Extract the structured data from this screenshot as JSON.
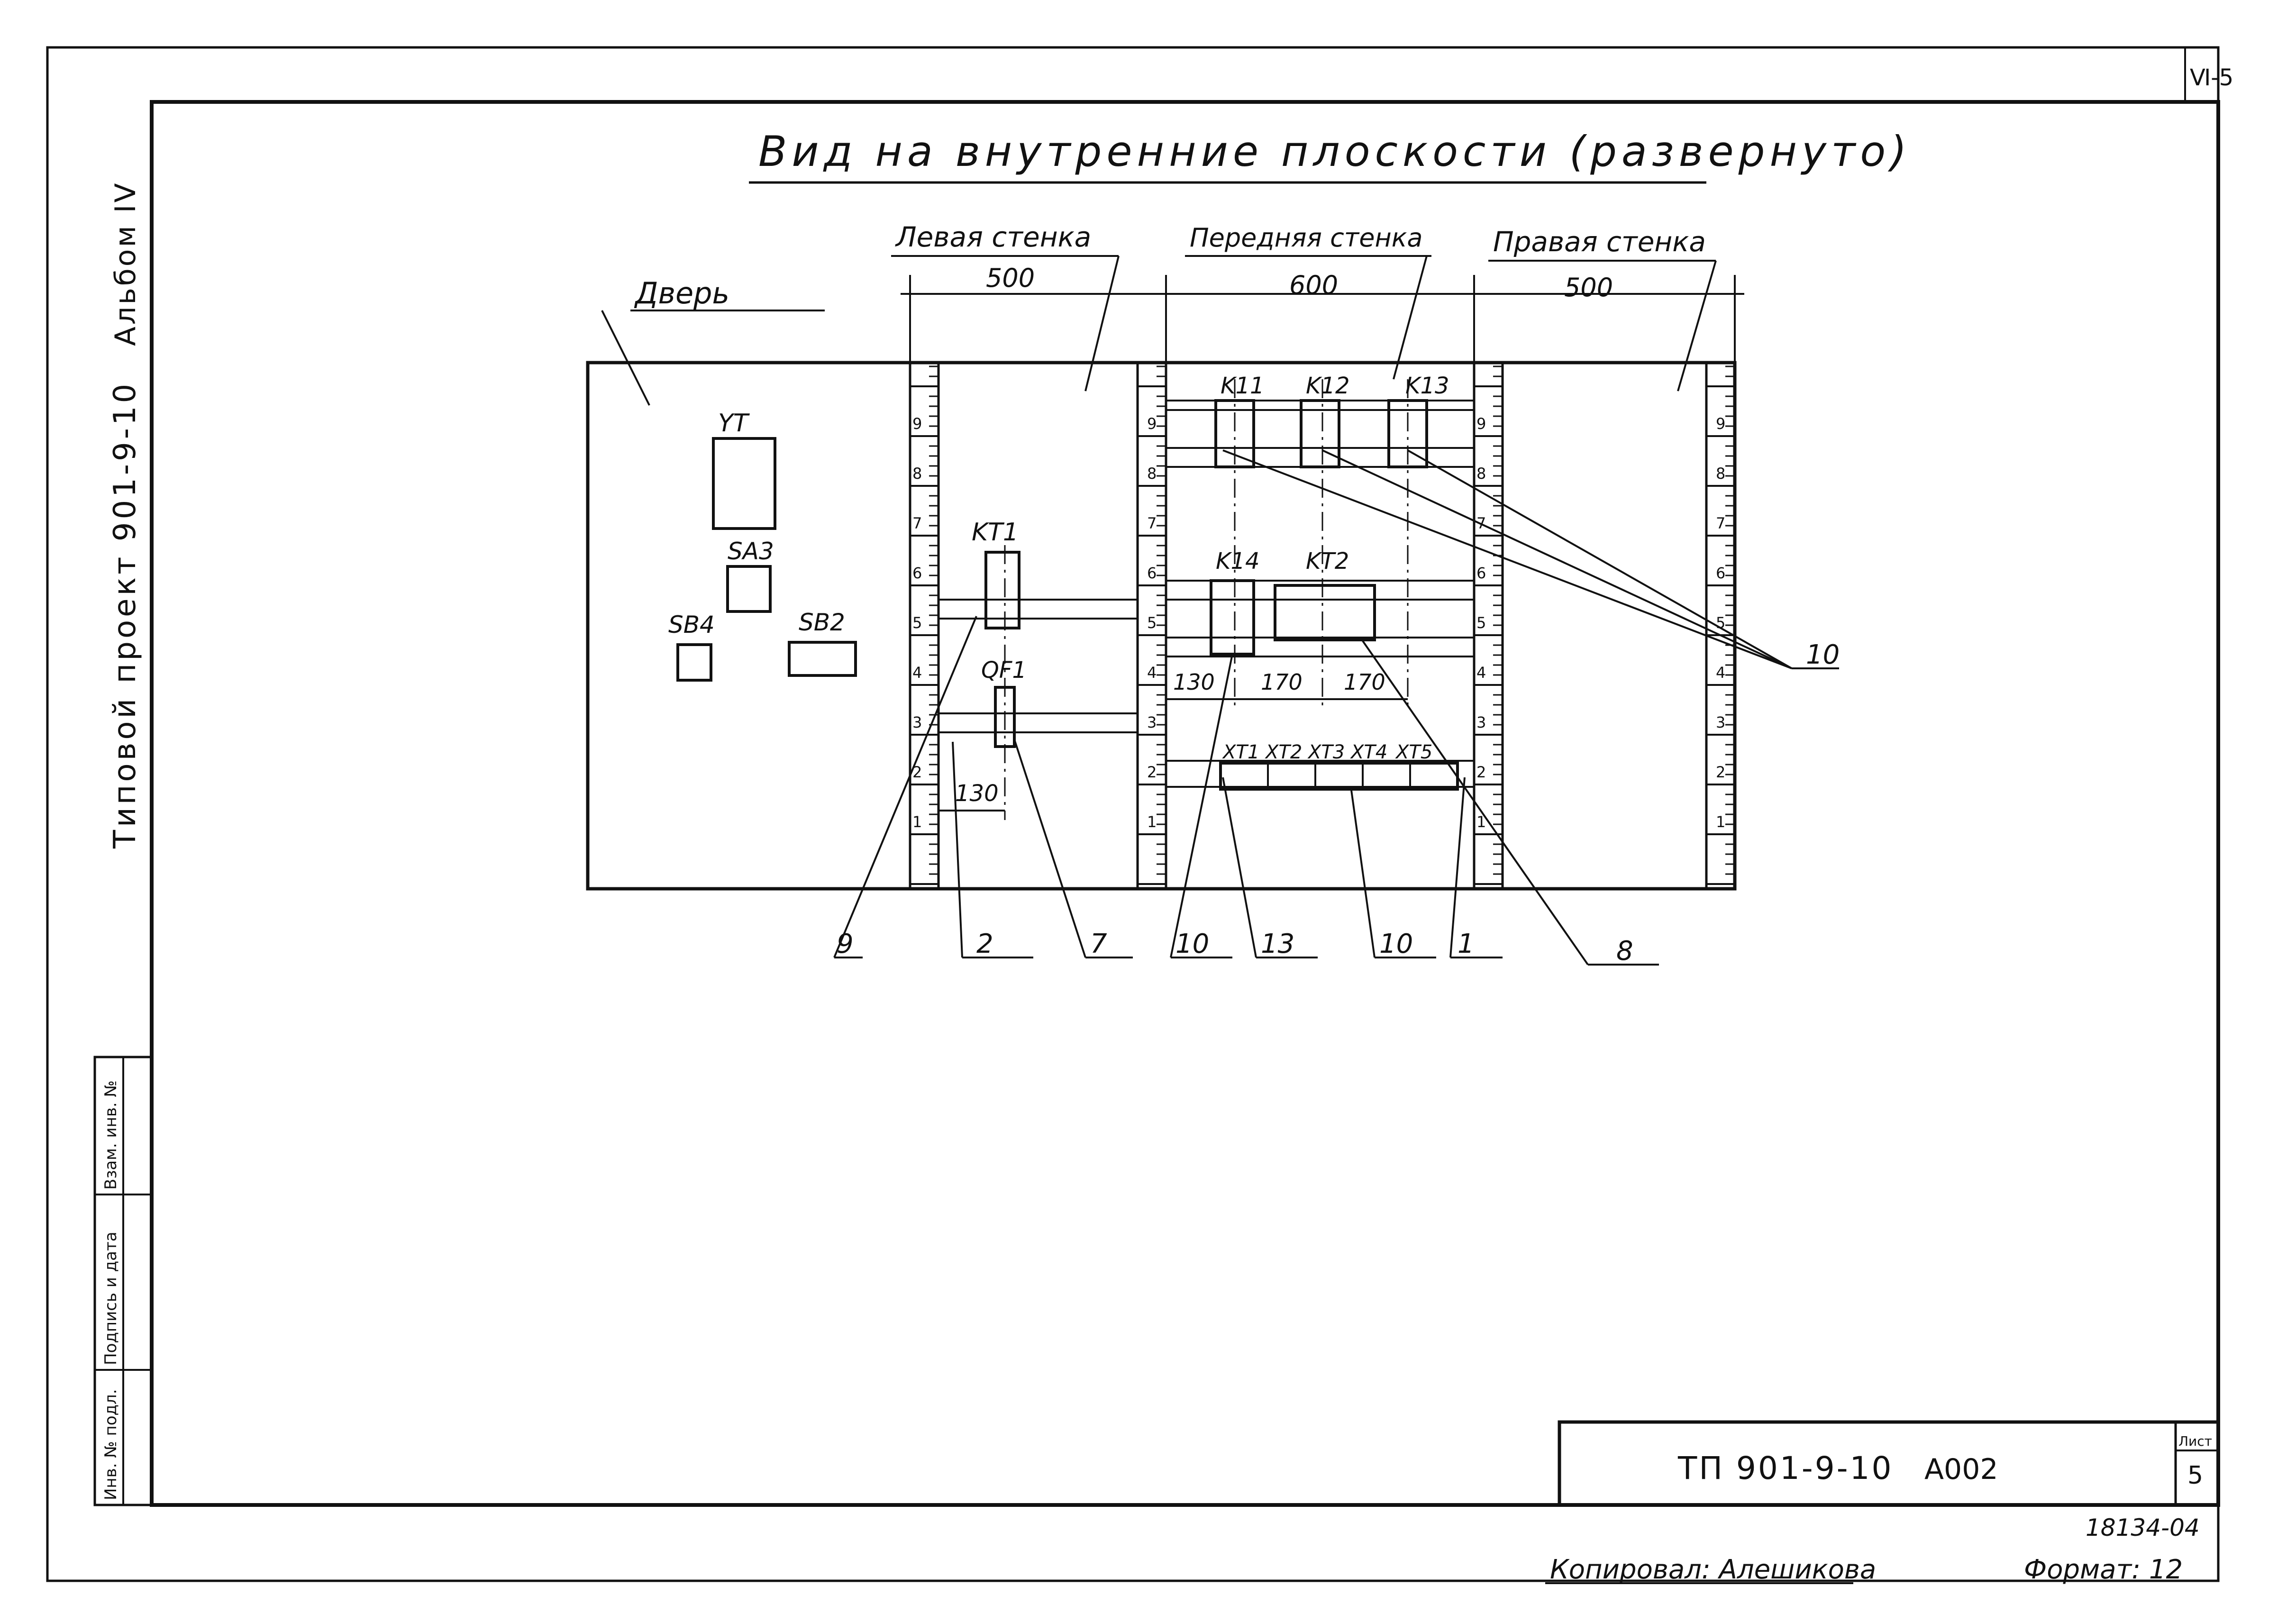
{
  "title": "Вид на внутренние плоскости (развернуто)",
  "side_label": "Типовой проект 901-9-10",
  "side_album": "Альбом IV",
  "corner_mark": "Ⅵ-5",
  "sections": {
    "door": "Дверь",
    "left_wall": "Левая стенка",
    "front_wall": "Передняя стенка",
    "right_wall": "Правая стенка"
  },
  "dims": {
    "left_width": "500",
    "front_width": "600",
    "right_width": "500",
    "left_offset": "130",
    "front_offset": "130",
    "front_step1": "170",
    "front_step2": "170"
  },
  "devices": {
    "yt": "YT",
    "sa3": "SA3",
    "sb4": "SB4",
    "sb2": "SB2",
    "kt1": "KT1",
    "qf1": "QF1",
    "k11": "K11",
    "k12": "K12",
    "k13": "K13",
    "k14": "K14",
    "kt2": "KT2",
    "terminals": [
      "XT1",
      "XT2",
      "XT3",
      "XT4",
      "XT5"
    ]
  },
  "scale_marks": [
    "1",
    "2",
    "3",
    "4",
    "5",
    "6",
    "7",
    "8",
    "9"
  ],
  "callouts": {
    "c9": "9",
    "c2": "2",
    "c7": "7",
    "c10a": "10",
    "c13": "13",
    "c10b": "10",
    "c1": "1",
    "c8": "8",
    "c10r": "10"
  },
  "title_block": {
    "project": "ТП 901-9-10",
    "code": "А002",
    "sheet_label": "Лист",
    "sheet_no": "5",
    "doc_no": "18134-04",
    "copied_by": "Копировал: Алешикова",
    "format": "Формат: 12"
  },
  "stamp_cells": [
    "Инв. № подл.",
    "Подпись и дата",
    "Взам. инв. №"
  ]
}
